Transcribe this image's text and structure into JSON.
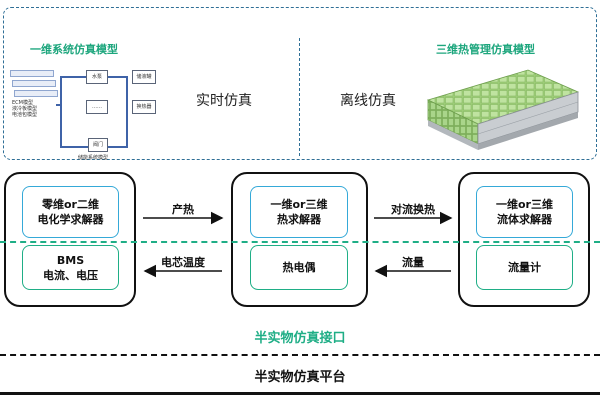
{
  "colors": {
    "accent_green": "#1fae86",
    "accent_blue": "#35a9d8",
    "frame_dash": "#2f6f96",
    "text_dark": "#111111"
  },
  "top": {
    "left_title": "一维系统仿真模型",
    "right_title": "三维热管理仿真模型",
    "realtime_label": "实时仿真",
    "offline_label": "离线仿真",
    "system_thumb": {
      "stack_labels": [
        "ECM模型",
        "液冷板模型",
        "电池包模型"
      ],
      "box_pump": "水泵",
      "box_tank": "储液罐",
      "box_mid": "……",
      "box_hx": "换热器",
      "box_valve": "阀门",
      "caption": "储能系统模型"
    }
  },
  "modules": {
    "left": {
      "top_line1": "零维or二维",
      "top_line2": "电化学求解器",
      "bottom_line1": "BMS",
      "bottom_line2": "电流、电压"
    },
    "middle": {
      "top_line1": "一维or三维",
      "top_line2": "热求解器",
      "bottom_line1": "热电偶"
    },
    "right": {
      "top_line1": "一维or三维",
      "top_line2": "流体求解器",
      "bottom_line1": "流量计"
    }
  },
  "arrows": {
    "heat_gen": "产热",
    "cell_temp": "电芯温度",
    "convection": "对流换热",
    "flow": "流量"
  },
  "bottom": {
    "interface": "半实物仿真接口",
    "platform": "半实物仿真平台"
  }
}
